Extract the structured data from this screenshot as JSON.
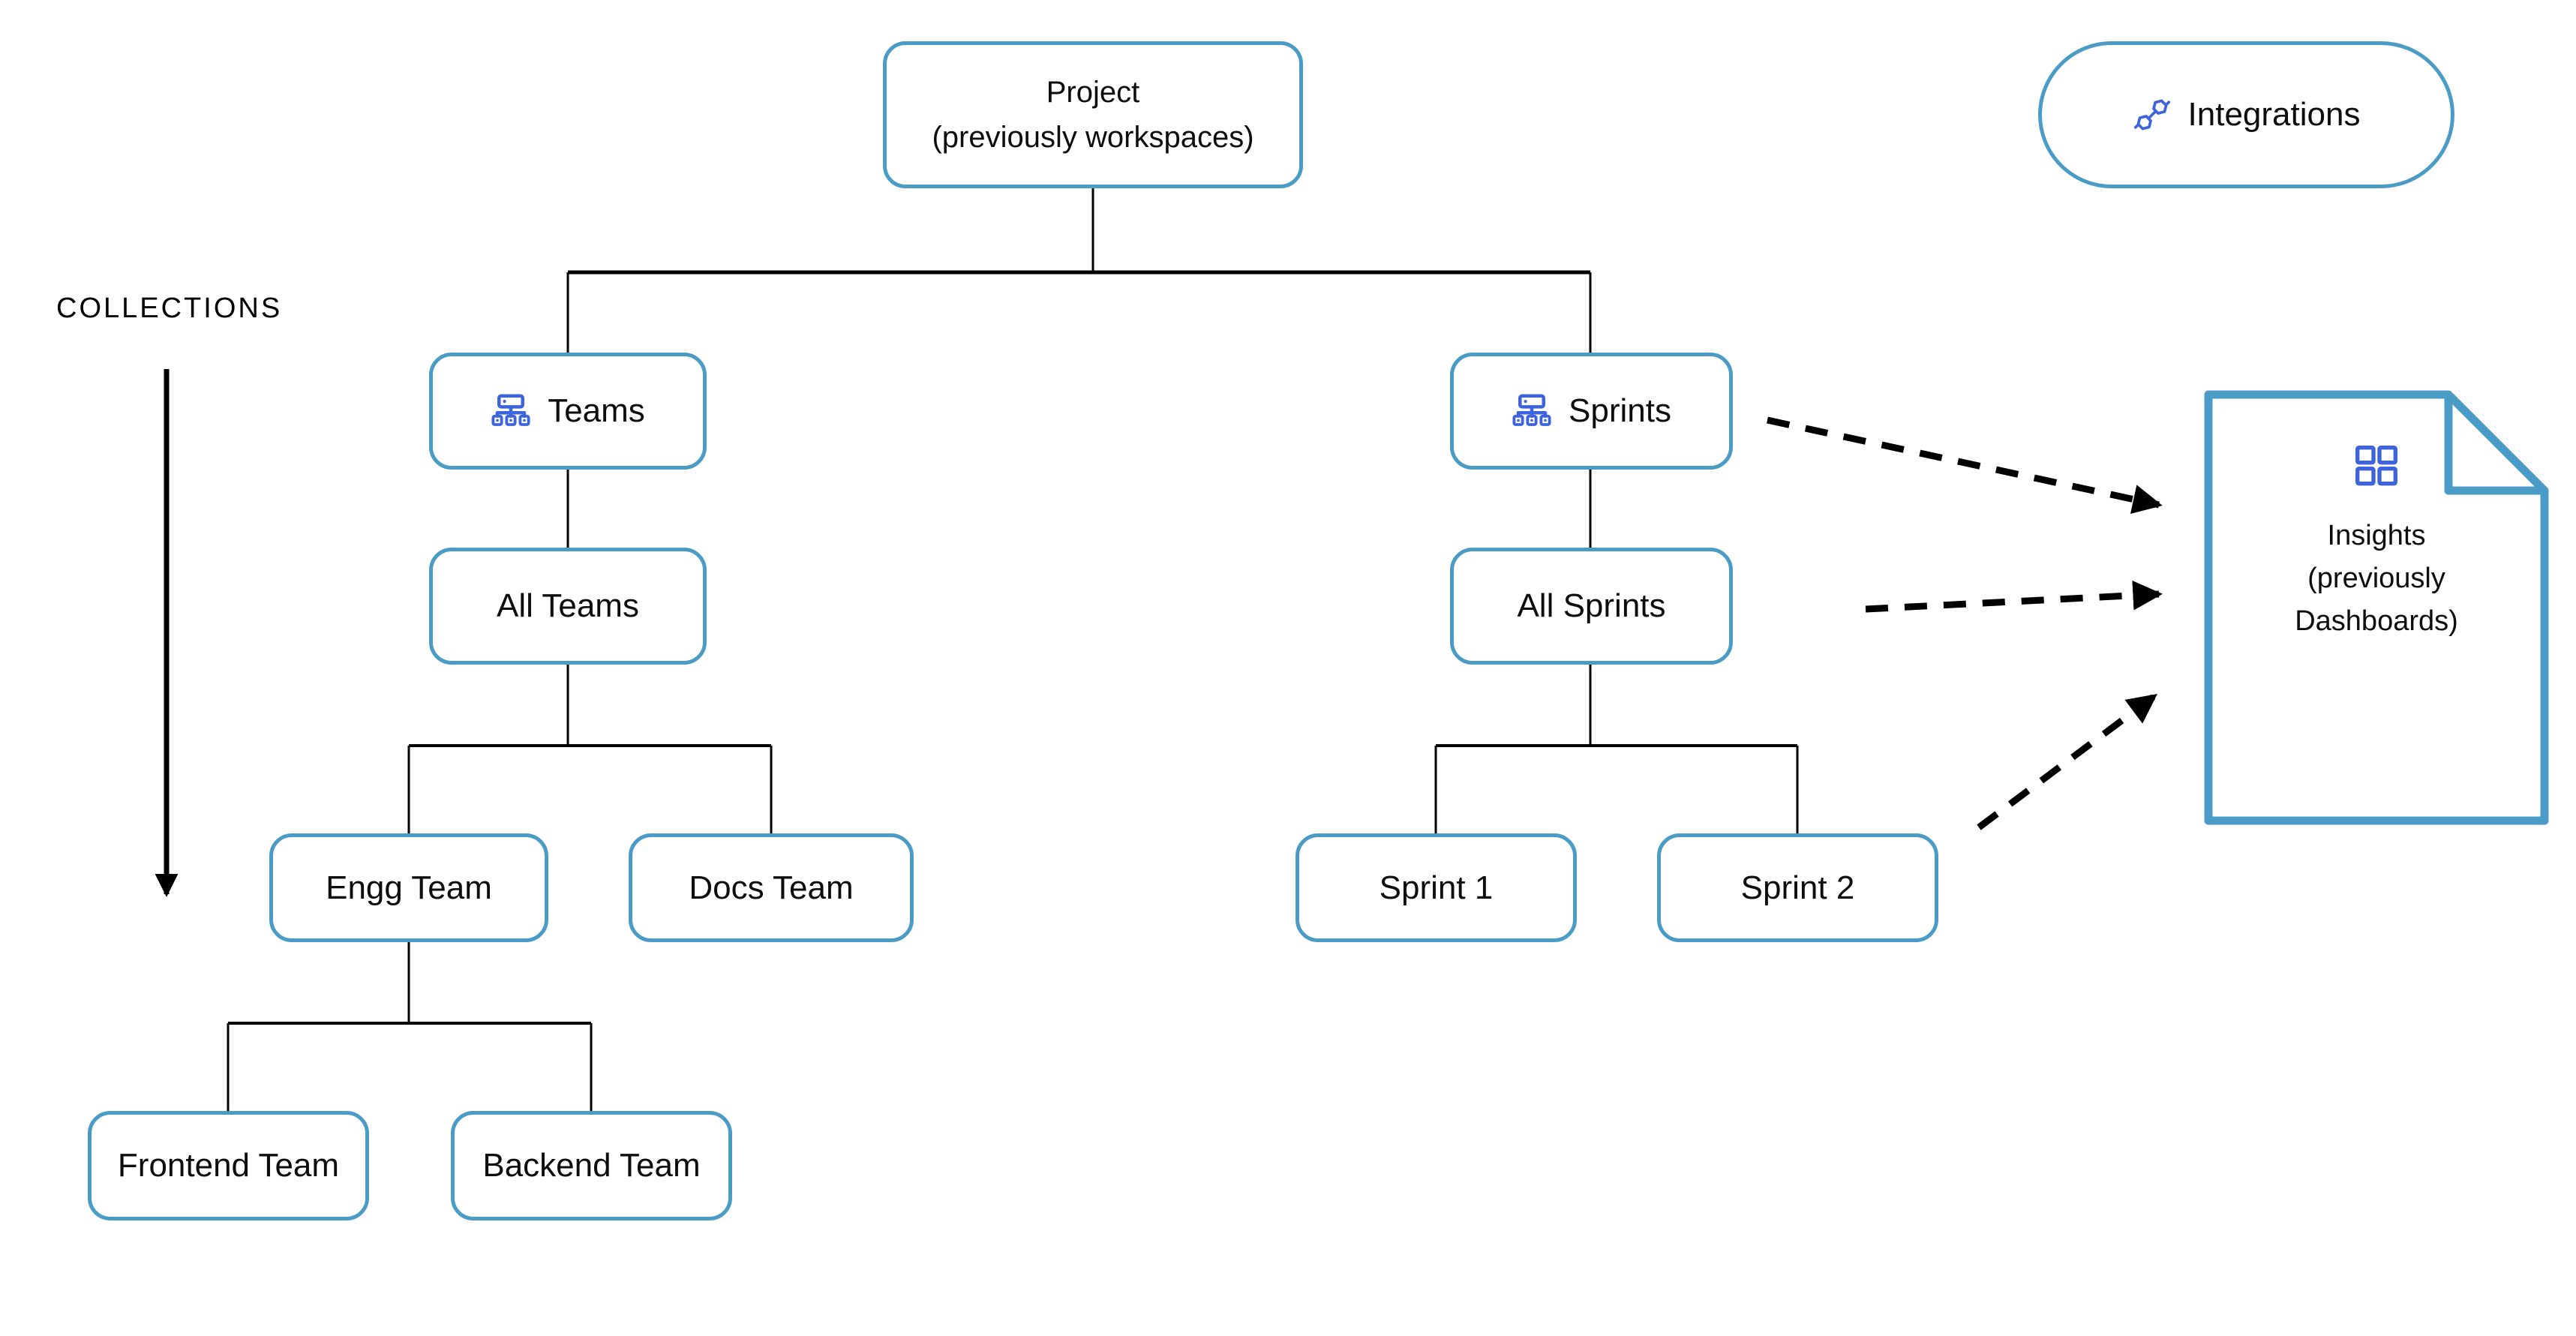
{
  "labels": {
    "collections": "COLLECTIONS"
  },
  "nodes": {
    "project": {
      "label": "Project\n(previously workspaces)"
    },
    "teams": {
      "label": "Teams",
      "icon": "org-chart-icon"
    },
    "all_teams": {
      "label": "All Teams"
    },
    "engg": {
      "label": "Engg Team"
    },
    "docs": {
      "label": "Docs Team"
    },
    "frontend": {
      "label": "Frontend Team"
    },
    "backend": {
      "label": "Backend Team"
    },
    "sprints": {
      "label": "Sprints",
      "icon": "org-chart-icon"
    },
    "all_sprints": {
      "label": "All Sprints"
    },
    "sprint1": {
      "label": "Sprint 1"
    },
    "sprint2": {
      "label": "Sprint 2"
    },
    "integrations": {
      "label": "Integrations",
      "icon": "integrations-icon"
    },
    "insights": {
      "label": "Insights\n(previously\nDashboards)",
      "icon": "dashboard-grid-icon"
    }
  },
  "hierarchy_edges": [
    [
      "Project",
      "Teams"
    ],
    [
      "Project",
      "Sprints"
    ],
    [
      "Teams",
      "All Teams"
    ],
    [
      "All Teams",
      "Engg Team"
    ],
    [
      "All Teams",
      "Docs Team"
    ],
    [
      "Engg Team",
      "Frontend Team"
    ],
    [
      "Engg Team",
      "Backend Team"
    ],
    [
      "Sprints",
      "All Sprints"
    ],
    [
      "All Sprints",
      "Sprint 1"
    ],
    [
      "All Sprints",
      "Sprint 2"
    ]
  ],
  "dashed_arrows": [
    {
      "from": "Sprints",
      "to": "Insights (previously Dashboards)"
    },
    {
      "from": "All Sprints",
      "to": "Insights (previously Dashboards)"
    },
    {
      "from": "Sprint 2",
      "to": "Insights (previously Dashboards)"
    }
  ],
  "colors": {
    "box_border": "#4a9cc6",
    "icon_blue": "#3d63dd",
    "line_black": "#000000"
  }
}
